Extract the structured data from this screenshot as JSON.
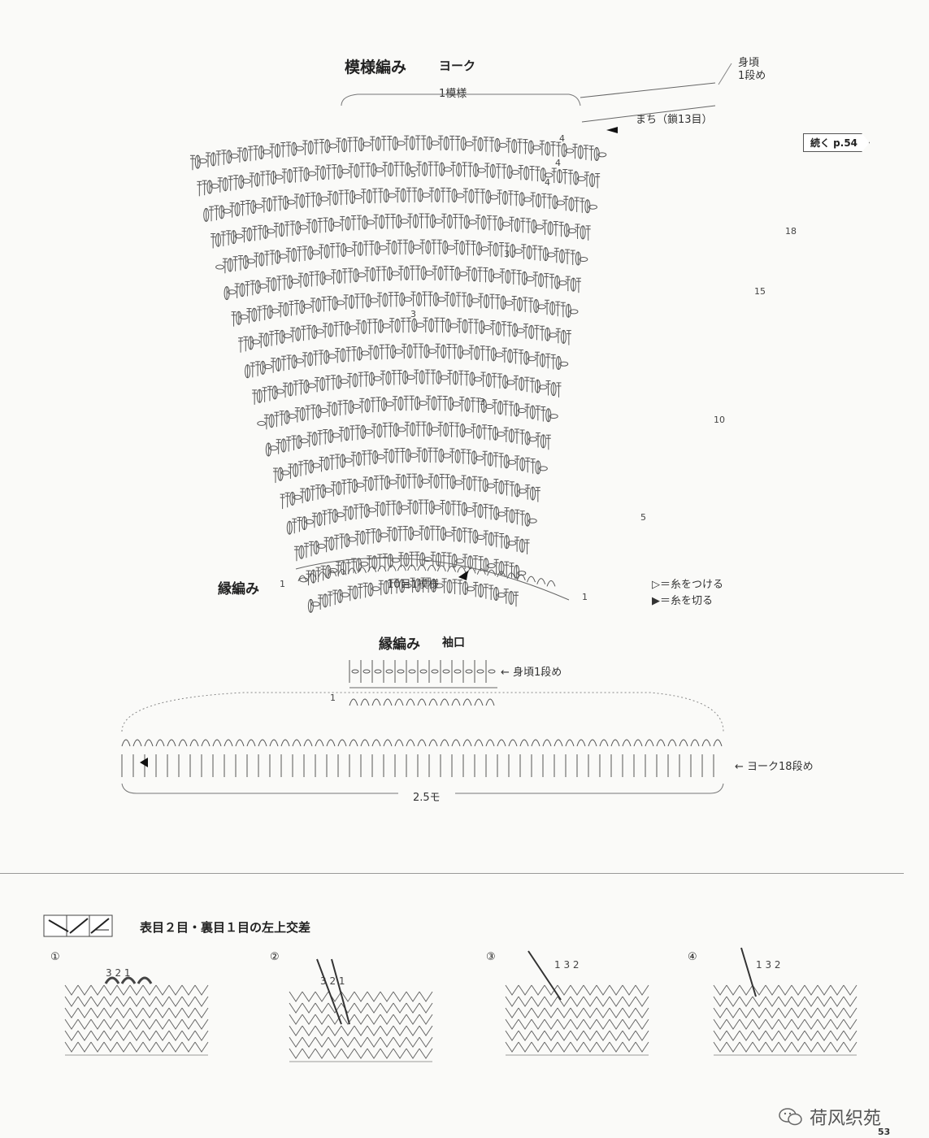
{
  "yoke": {
    "title": "模様編み",
    "subtitle": "ヨーク",
    "repeat_label": "1模様",
    "body_label_line1": "身頃",
    "body_label_line2": "1段め",
    "gusset_label": "まち（鎖13目）",
    "continue_badge": "続く p.54",
    "row_marks": [
      "18",
      "15",
      "10",
      "5",
      "1",
      "1"
    ],
    "inner_nums": [
      "4",
      "4",
      "4",
      "5",
      "3",
      "3",
      "3"
    ],
    "edge_label": "縁編み",
    "edge_repeat": "10目1模様",
    "legend": [
      {
        "symbol": "▷",
        "text": "＝糸をつける"
      },
      {
        "symbol": "▶",
        "text": "＝糸を切る"
      }
    ]
  },
  "sleeve": {
    "title": "縁編み",
    "subtitle": "袖口",
    "body_row": "← 身頃1段め",
    "yoke_row": "← ヨーク18段め",
    "row1": "1",
    "width": "2.5モ"
  },
  "technique": {
    "title": "表目２目・裏目１目の左上交差",
    "steps": [
      "①",
      "②",
      "③",
      "④"
    ],
    "step1_nums": "3 2 1",
    "step2_nums": "3 2 1",
    "step3_nums": "1 3 2",
    "step4_nums": "1 3 2"
  },
  "footer": {
    "watermark": "荷风织苑",
    "page_number": "53"
  }
}
